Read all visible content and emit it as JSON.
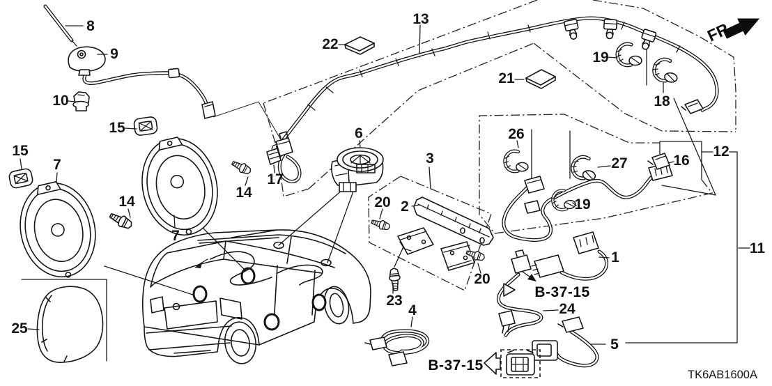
{
  "diagram": {
    "drawing_code": "TK6AB1600A",
    "direction_indicator": "FR.",
    "references": [
      {
        "label": "B-37-15"
      },
      {
        "label": "B-37-15"
      }
    ],
    "callouts": [
      {
        "text": "8"
      },
      {
        "text": "9"
      },
      {
        "text": "10"
      },
      {
        "text": "15"
      },
      {
        "text": "15"
      },
      {
        "text": "7"
      },
      {
        "text": "7"
      },
      {
        "text": "14"
      },
      {
        "text": "14"
      },
      {
        "text": "17"
      },
      {
        "text": "6"
      },
      {
        "text": "22"
      },
      {
        "text": "13"
      },
      {
        "text": "21"
      },
      {
        "text": "19"
      },
      {
        "text": "18"
      },
      {
        "text": "3"
      },
      {
        "text": "2"
      },
      {
        "text": "20"
      },
      {
        "text": "20"
      },
      {
        "text": "23"
      },
      {
        "text": "4"
      },
      {
        "text": "26"
      },
      {
        "text": "27"
      },
      {
        "text": "16"
      },
      {
        "text": "19"
      },
      {
        "text": "12"
      },
      {
        "text": "11"
      },
      {
        "text": "1"
      },
      {
        "text": "24"
      },
      {
        "text": "5"
      },
      {
        "text": "25"
      }
    ]
  }
}
